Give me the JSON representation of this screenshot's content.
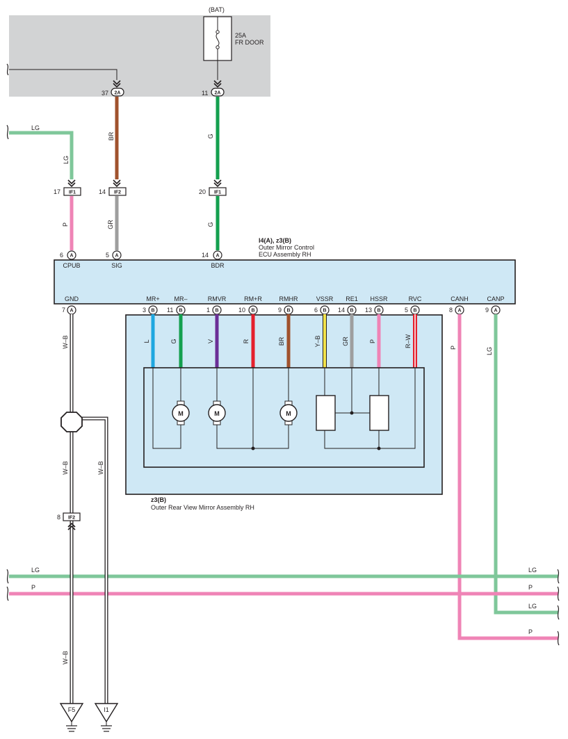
{
  "power_box": {
    "source_label": "(BAT)",
    "fuse_rating": "25A",
    "fuse_name": "FR DOOR",
    "pin_left_num": "37",
    "pin_left_conn": "2A",
    "pin_right_num": "11",
    "pin_right_conn": "2A"
  },
  "wires_upper": {
    "w1_color": "BR",
    "w2_color": "G",
    "w1_lower": "GR",
    "w2_lower": "G",
    "lg_in": "LG",
    "lg_vert": "LG",
    "p_vert": "P"
  },
  "junctions_upper": [
    {
      "num": "17",
      "conn": "IF1"
    },
    {
      "num": "14",
      "conn": "IF2"
    },
    {
      "num": "20",
      "conn": "IF1"
    }
  ],
  "ecu": {
    "connector_ref": "I4(A), z3(B)",
    "name_line1": "Outer Mirror Control",
    "name_line2": "ECU Assembly RH",
    "top_pins": [
      {
        "num": "6",
        "conn": "A",
        "name": "CPUB"
      },
      {
        "num": "5",
        "conn": "A",
        "name": "SIG"
      },
      {
        "num": "14",
        "conn": "A",
        "name": "BDR"
      }
    ],
    "bottom_pins": [
      {
        "num": "7",
        "conn": "A",
        "name": "GND",
        "wire": "W–B"
      },
      {
        "num": "3",
        "conn": "B",
        "name": "MR+",
        "wire": "L"
      },
      {
        "num": "11",
        "conn": "B",
        "name": "MR–",
        "wire": "G"
      },
      {
        "num": "1",
        "conn": "B",
        "name": "RMVR",
        "wire": "V"
      },
      {
        "num": "10",
        "conn": "B",
        "name": "RM+R",
        "wire": "R"
      },
      {
        "num": "9",
        "conn": "B",
        "name": "RMHR",
        "wire": "BR"
      },
      {
        "num": "6",
        "conn": "B",
        "name": "VSSR",
        "wire": "Y–B"
      },
      {
        "num": "14",
        "conn": "B",
        "name": "RE1",
        "wire": "GR"
      },
      {
        "num": "13",
        "conn": "B",
        "name": "HSSR",
        "wire": "P"
      },
      {
        "num": "5",
        "conn": "B",
        "name": "RVC",
        "wire": "R–W"
      },
      {
        "num": "8",
        "conn": "A",
        "name": "CANH",
        "wire": "P"
      },
      {
        "num": "9",
        "conn": "A",
        "name": "CANP",
        "wire": "LG"
      }
    ]
  },
  "mirror": {
    "connector_ref": "z3(B)",
    "name": "Outer Rear View Mirror Assembly RH",
    "motor_label": "M"
  },
  "ground_section": {
    "wire_left": "W–B",
    "wire_right": "W–B",
    "junction_num": "8",
    "junction_conn": "IF2",
    "wire_bottom": "W–B",
    "ground_left": "F5",
    "ground_right": "I1"
  },
  "bus_lines": [
    {
      "left": "LG",
      "right": "LG"
    },
    {
      "left": "P",
      "right": "P"
    },
    {
      "right": "LG"
    },
    {
      "right": "P"
    }
  ],
  "colors": {
    "LG": "#7fc79a",
    "P": "#ef84b6",
    "BR": "#a0522d",
    "G": "#14a04f",
    "GR": "#9e9e9e",
    "L": "#1fa7e0",
    "V": "#6b2f96",
    "R": "#e4202d",
    "YB": "#f2e24a",
    "RW": "#e4202d",
    "box_fill": "#d2d3d4",
    "ecu_fill": "#cfe8f5",
    "line": "#231f20"
  }
}
